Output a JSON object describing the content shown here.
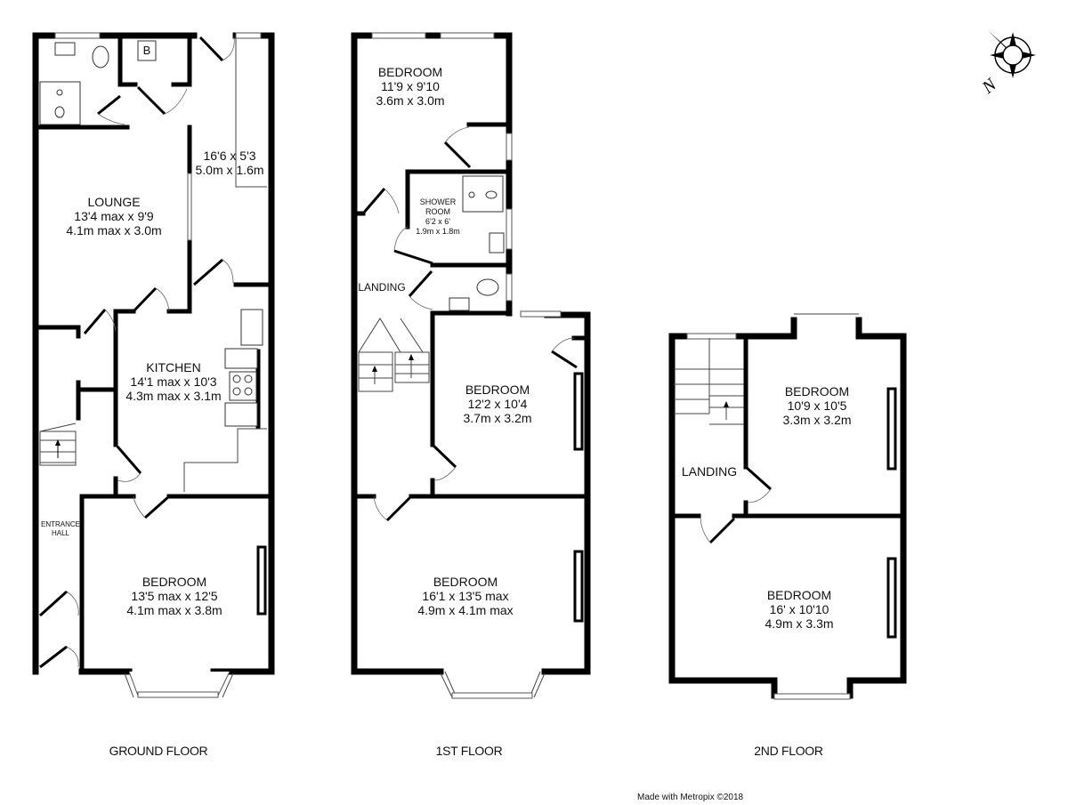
{
  "floors": [
    {
      "title": "GROUND FLOOR",
      "rooms": [
        {
          "name": "LOUNGE",
          "imperial": "13'4 max x 9'9",
          "metric": "4.1m max x 3.0m"
        },
        {
          "name": "",
          "imperial": "16'6 x 5'3",
          "metric": "5.0m x 1.6m"
        },
        {
          "name": "KITCHEN",
          "imperial": "14'1 max x 10'3",
          "metric": "4.3m max x 3.1m"
        },
        {
          "name": "ENTRANCE HALL",
          "line1": "ENTRANCE",
          "line2": "HALL"
        },
        {
          "name": "BEDROOM",
          "imperial": "13'5 max x 12'5",
          "metric": "4.1m max x 3.8m"
        }
      ],
      "boiler_label": "B"
    },
    {
      "title": "1ST FLOOR",
      "rooms": [
        {
          "name": "BEDROOM",
          "imperial": "11'9 x 9'10",
          "metric": "3.6m x 3.0m"
        },
        {
          "name": "SHOWER ROOM",
          "line1": "SHOWER",
          "line2": "ROOM",
          "imperial": "6'2 x 6'",
          "metric": "1.9m x 1.8m"
        },
        {
          "name": "LANDING"
        },
        {
          "name": "BEDROOM",
          "imperial": "12'2 x 10'4",
          "metric": "3.7m x 3.2m"
        },
        {
          "name": "BEDROOM",
          "imperial": "16'1 x 13'5 max",
          "metric": "4.9m x 4.1m max"
        }
      ]
    },
    {
      "title": "2ND FLOOR",
      "rooms": [
        {
          "name": "BEDROOM",
          "imperial": "10'9 x 10'5",
          "metric": "3.3m x 3.2m"
        },
        {
          "name": "LANDING"
        },
        {
          "name": "BEDROOM",
          "imperial": "16' x 10'10",
          "metric": "4.9m x 3.3m"
        }
      ]
    }
  ],
  "compass": {
    "icon": "compass-rose-icon",
    "north_label": "N"
  },
  "credit": "Made with Metropix ©2018"
}
